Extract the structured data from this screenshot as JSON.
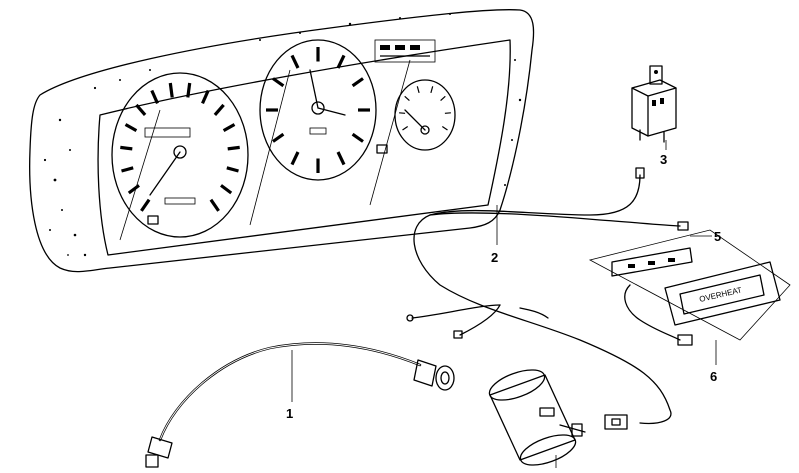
{
  "callouts": [
    {
      "id": "1",
      "label": "1"
    },
    {
      "id": "2",
      "label": "2"
    },
    {
      "id": "3",
      "label": "3"
    },
    {
      "id": "5",
      "label": "5"
    },
    {
      "id": "6",
      "label": "6"
    }
  ],
  "warning_lamp_text": "OVERHEAT"
}
